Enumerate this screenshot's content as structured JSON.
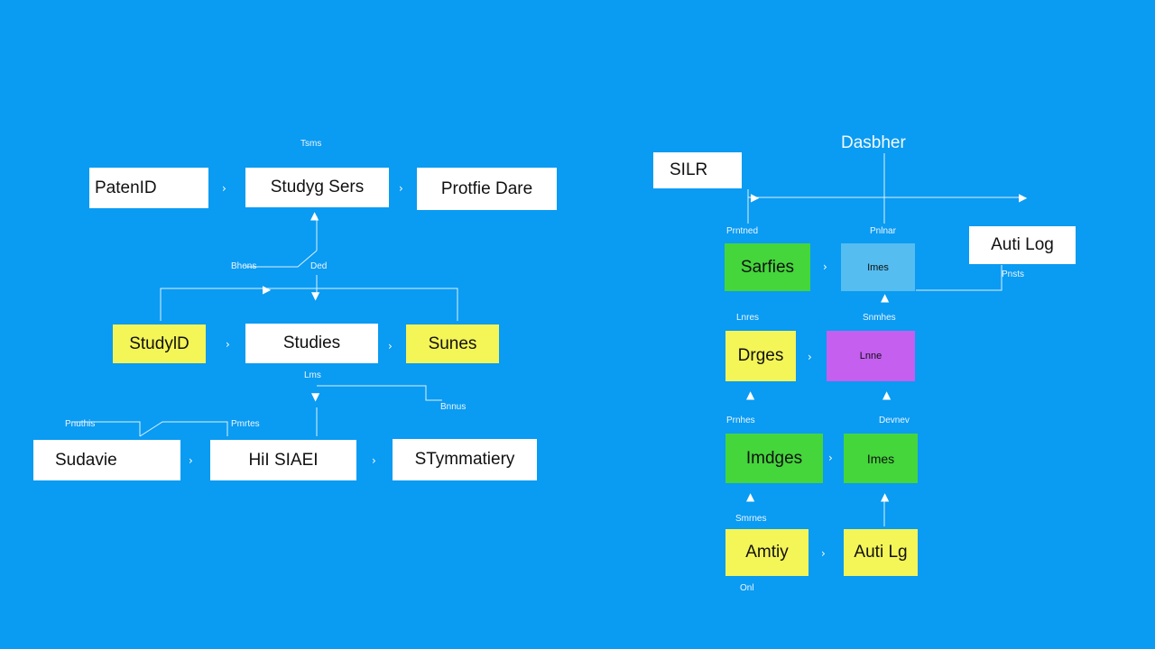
{
  "colors": {
    "background": "#0a9bf2",
    "white": "#ffffff",
    "yellow": "#f4f557",
    "green": "#44d63a",
    "lightblue": "#55bdf0",
    "purple": "#c45ff0",
    "line": "#dff1ff"
  },
  "left": {
    "top_label": "Tsms",
    "row1": [
      "PatenID",
      "Studyg Sers",
      "Protfie Dare"
    ],
    "mid_labels": [
      "Bhens",
      "Ded"
    ],
    "row2": [
      "StudylD",
      "Studies",
      "Sunes"
    ],
    "row2_below_label": "Lms",
    "row3_labels": [
      "Pnuthis",
      "Pmrtes",
      "Bnnus"
    ],
    "row3": [
      "Sudavie",
      "HiI SIAEI",
      "STymmatiery"
    ]
  },
  "right": {
    "title": "Dasbher",
    "top_node": "SILR",
    "labels_row1": [
      "Prntned",
      "Pnlnar"
    ],
    "row1": [
      "Sarfies",
      "Imes",
      "Auti Log"
    ],
    "audit_label": "Pnsts",
    "labels_row2": [
      "Lnres",
      "Snmhes"
    ],
    "row2": [
      "Drges",
      "Lnne"
    ],
    "labels_row3": [
      "Prnhes",
      "Devnev"
    ],
    "row3": [
      "Imdges",
      "Imes"
    ],
    "labels_row4": [
      "Smrnes"
    ],
    "row4": [
      "Amtiy",
      "Auti Lg"
    ],
    "bottom_label": "Onl"
  }
}
